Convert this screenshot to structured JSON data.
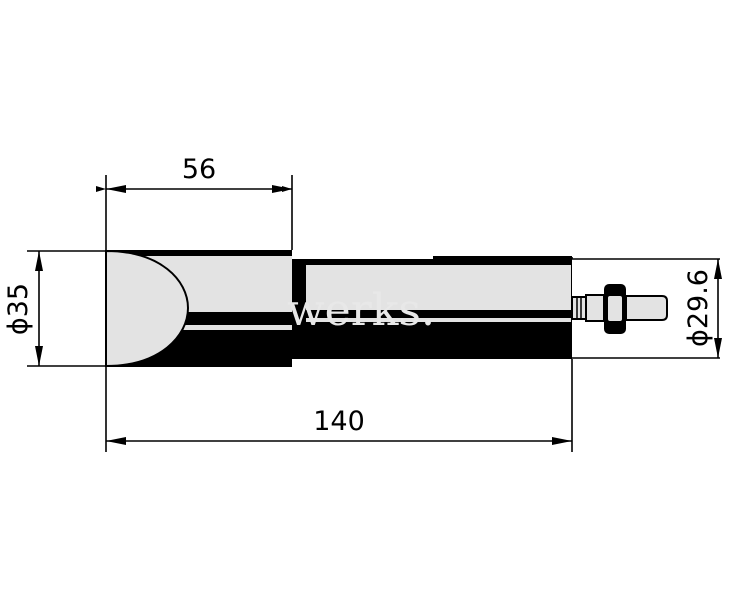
{
  "drawing": {
    "type": "technical-drawing",
    "subject": "probe / electrode side view",
    "colors": {
      "outline": "#000000",
      "fill_light": "#e3e3e3",
      "background": "#ffffff",
      "watermark": "#e8e8e8"
    },
    "dimensions": {
      "head_length": "56",
      "overall_length": "140",
      "head_diameter": "ϕ35",
      "body_diameter": "ϕ29.6"
    },
    "watermark": "werks."
  }
}
